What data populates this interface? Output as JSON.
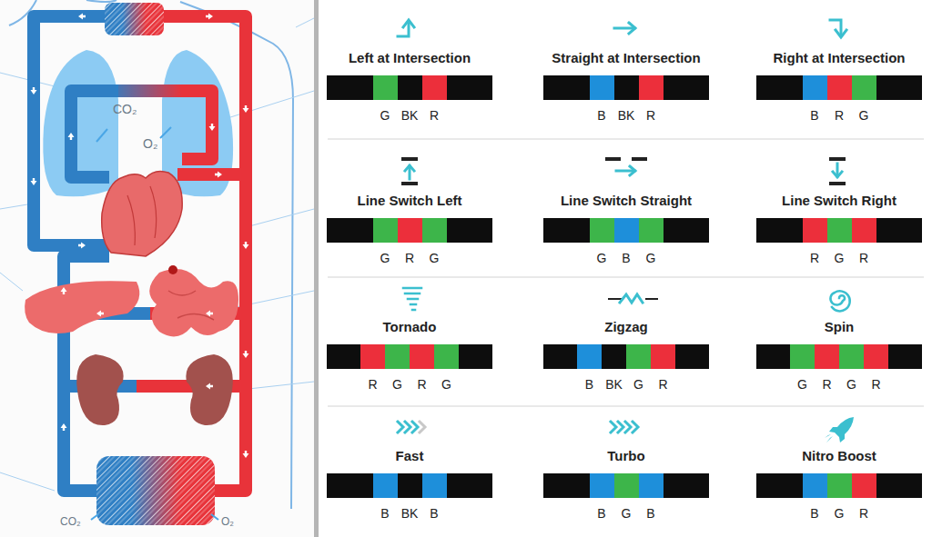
{
  "diagram": {
    "nodes": [
      {
        "text": [
          "Left at Intersection",
          "G",
          "BK",
          "R"
        ]
      },
      {
        "text": [
          "Straight at Intersection",
          "B",
          "BK",
          "R"
        ]
      },
      {
        "text": [
          "Right at Intersection",
          "B",
          "R",
          "G"
        ]
      },
      {
        "text": [
          "Line Switch Left",
          "G",
          "R",
          "G"
        ]
      },
      {
        "text": [
          "Line Switch Straight",
          "G",
          "B",
          "G"
        ]
      },
      {
        "text": [
          "Line Switch Right",
          "R",
          "G",
          "R"
        ]
      },
      {
        "text": [
          "Tornado",
          "R",
          "G",
          "R",
          "G"
        ]
      },
      {
        "text": [
          "Zigzag",
          "B",
          "BK",
          "G",
          "R"
        ]
      },
      {
        "text": [
          "Spin",
          "G",
          "R",
          "G",
          "R"
        ]
      },
      {
        "text": [
          "Fast",
          "B",
          "BK",
          "B"
        ]
      },
      {
        "text": [
          "Turbo",
          "B",
          "G",
          "B"
        ]
      },
      {
        "text": [
          "Nitro Boost",
          "B",
          "G",
          "R"
        ]
      }
    ],
    "labels": [
      "CO₂",
      "O₂",
      "CO₂",
      "O₂"
    ]
  }
}
